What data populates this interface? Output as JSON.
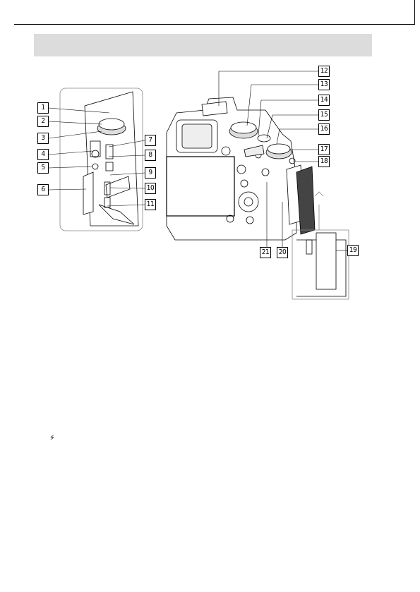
{
  "section": {
    "title": ""
  },
  "figure": {
    "callouts": [
      {
        "id": "c1",
        "label": "1"
      },
      {
        "id": "c2",
        "label": "2"
      },
      {
        "id": "c3",
        "label": "3"
      },
      {
        "id": "c4",
        "label": "4"
      },
      {
        "id": "c5",
        "label": "5"
      },
      {
        "id": "c6",
        "label": "6"
      },
      {
        "id": "c7",
        "label": "7"
      },
      {
        "id": "c8",
        "label": "8"
      },
      {
        "id": "c9",
        "label": "9"
      },
      {
        "id": "c10",
        "label": "10"
      },
      {
        "id": "c11",
        "label": "11"
      },
      {
        "id": "c12",
        "label": "12"
      },
      {
        "id": "c13",
        "label": "13"
      },
      {
        "id": "c14",
        "label": "14"
      },
      {
        "id": "c15",
        "label": "15"
      },
      {
        "id": "c16",
        "label": "16"
      },
      {
        "id": "c17",
        "label": "17"
      },
      {
        "id": "c18",
        "label": "18"
      },
      {
        "id": "c19",
        "label": "19"
      },
      {
        "id": "c20",
        "label": "20"
      },
      {
        "id": "c21",
        "label": "21"
      }
    ]
  },
  "body_text": {
    "flash_symbol": "⚡"
  }
}
